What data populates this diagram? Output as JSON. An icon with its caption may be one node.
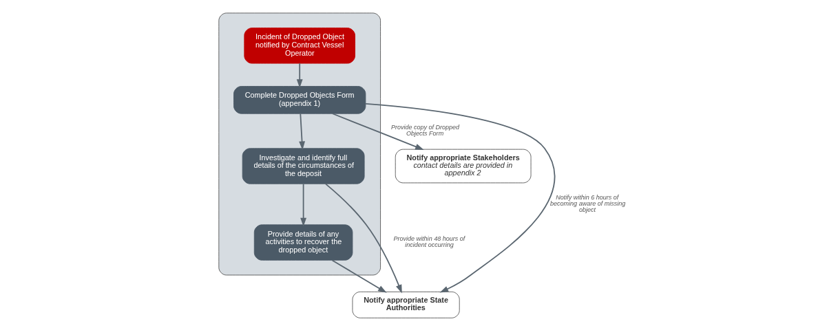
{
  "diagram": {
    "nodes": [
      {
        "text": [],
        "shape": "box"
      },
      {
        "text": [
          "Incident of Dropped Object notified by Contract Vessel Operator"
        ],
        "in": 0
      },
      {
        "text": [
          "Complete Dropped Objects Form (appendix 1)"
        ],
        "in": 0
      },
      {
        "text": [
          "Investigate and identify full details of the circumstances of the deposit"
        ],
        "in": 0
      },
      {
        "text": [
          "Provide details of any activities to recover the dropped object"
        ],
        "in": 0
      },
      {
        "text": [
          "Notify appropriate Stakeholders",
          "contact details are provided in appendix 2"
        ]
      },
      {
        "text": [
          "Notify appropriate State Authorities"
        ]
      }
    ],
    "edges": [
      {
        "from": 1,
        "to": 2,
        "arrow": "to"
      },
      {
        "from": 2,
        "to": 5,
        "arrow": "to",
        "label": "Provide copy of Dropped Objects Form"
      },
      {
        "from": 2,
        "to": 6,
        "arrow": "to",
        "label": "Notify within 6 hours of becoming aware of missing object"
      },
      {
        "from": 2,
        "to": 3,
        "arrow": "to"
      },
      {
        "from": 3,
        "to": 4,
        "arrow": "to"
      },
      {
        "from": 3,
        "to": 6,
        "arrow": "to",
        "label": "Provide within 48 hours of incident occurring"
      },
      {
        "from": 4,
        "to": 6,
        "arrow": "to"
      }
    ]
  }
}
